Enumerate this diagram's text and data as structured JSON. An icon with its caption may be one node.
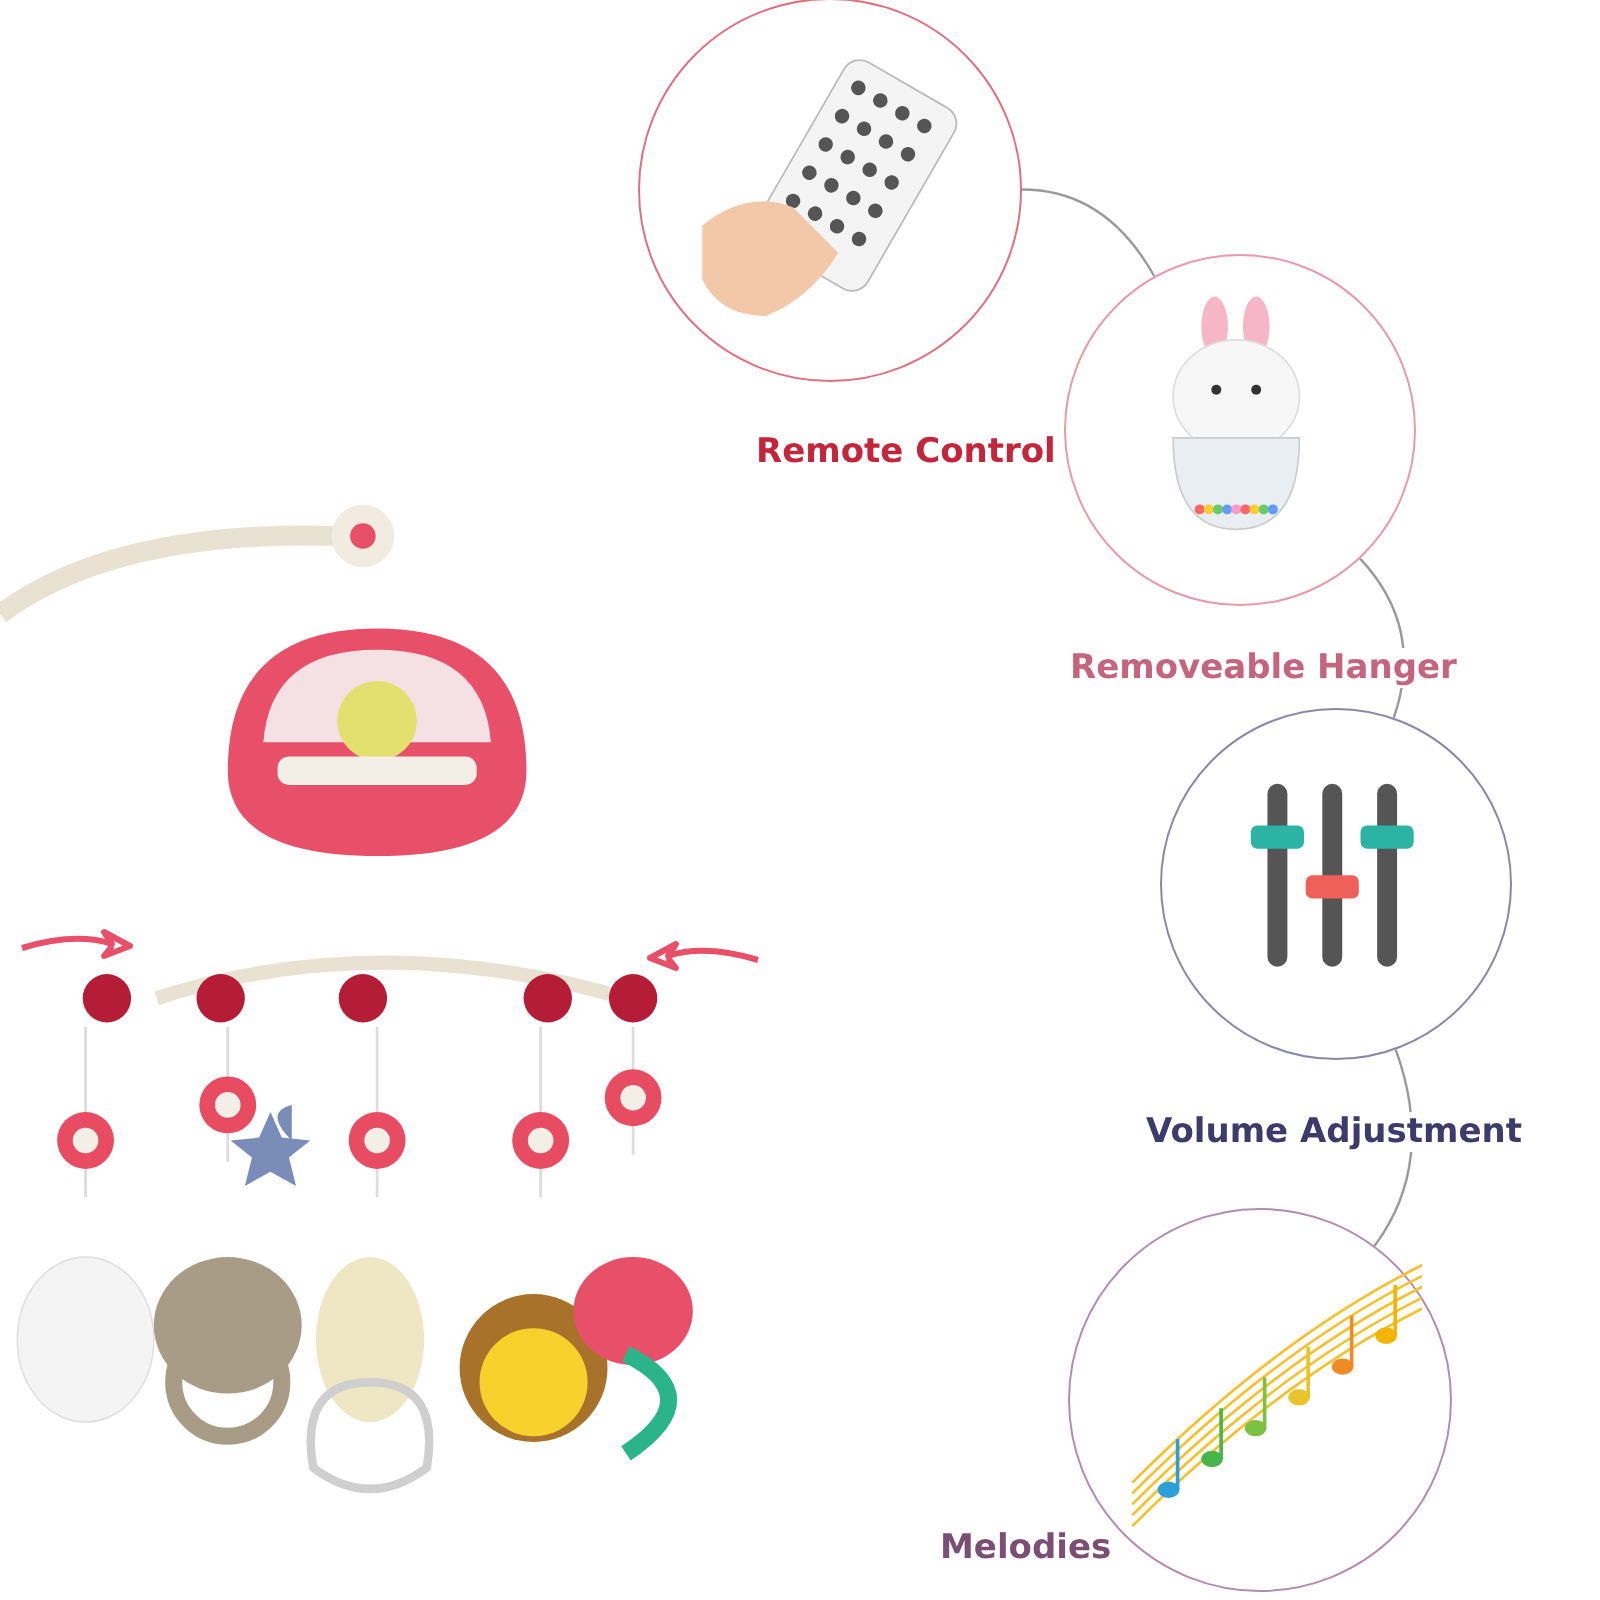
{
  "diagram": {
    "nodes": [
      {
        "text": [],
        "shape": "picture"
      },
      {
        "text": [
          "Remote Control"
        ]
      },
      {
        "text": [
          "Removeable Hanger"
        ]
      },
      {
        "text": [
          "Volume Adjustment"
        ]
      },
      {
        "text": [
          "Melodies"
        ]
      }
    ],
    "edges": [
      {
        "from": 1,
        "to": 2,
        "arrow": "none"
      },
      {
        "from": 2,
        "to": 3,
        "arrow": "none"
      },
      {
        "from": 3,
        "to": 4,
        "arrow": "none"
      }
    ]
  }
}
